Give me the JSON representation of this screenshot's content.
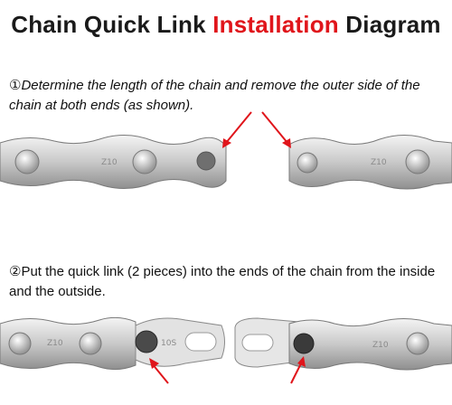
{
  "title": {
    "part1": "Chain Quick Link ",
    "accent": "Installation",
    "part2": " Diagram"
  },
  "steps": [
    {
      "text": "①Determine the length of the chain and remove the outer side of the chain at both ends (as shown)."
    },
    {
      "text": "②Put the quick link (2 pieces) into the ends of the chain from the inside and the outside."
    }
  ],
  "plate_labels": {
    "z10": "Z10",
    "quick_link": "10S"
  },
  "colors": {
    "accent": "#e0151b",
    "arrow": "#e0151b"
  }
}
